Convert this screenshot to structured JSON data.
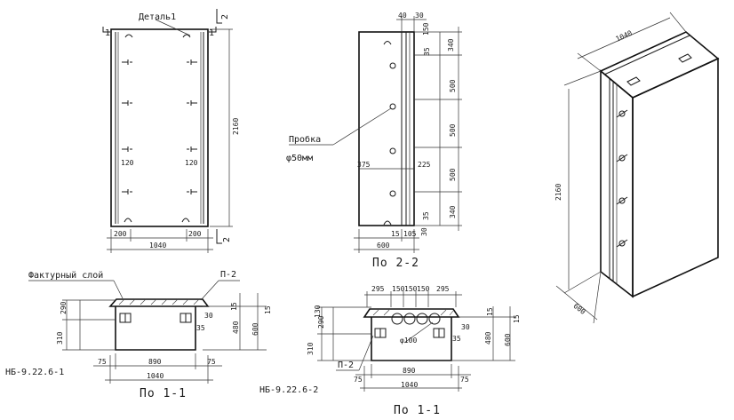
{
  "front": {
    "label_detali": "Деталь1",
    "mark_1a": "1",
    "mark_1b": "1",
    "mark_2a": "2",
    "mark_2b": "2",
    "dim_height": "2160",
    "dim_left": "200",
    "dim_right": "200",
    "dim_width": "1040",
    "dim_120a": "120",
    "dim_120b": "120"
  },
  "side": {
    "dim_40": "40",
    "dim_30_top": "30",
    "dim_150": "150",
    "dim_35_top": "35",
    "dim_340_top": "340",
    "dim_500a": "500",
    "dim_500b": "500",
    "dim_500c": "500",
    "dim_340_bot": "340",
    "dim_35_bot": "35",
    "dim_30_bot": "30",
    "dim_375": "375",
    "dim_225": "225",
    "dim_15": "15",
    "dim_105": "105",
    "dim_600": "600",
    "plug_label": "Пробка",
    "plug_dia": "φ50мм",
    "caption": "По 2-2"
  },
  "sec1": {
    "surface_label": "Фактурный слой",
    "p2": "П-2",
    "dim_290": "290",
    "dim_310": "310",
    "dim_15a": "15",
    "dim_30": "30",
    "dim_35": "35",
    "dim_480": "480",
    "dim_600": "600",
    "dim_15b": "15",
    "dim_75a": "75",
    "dim_890": "890",
    "dim_75b": "75",
    "dim_1040": "1040",
    "mark": "НБ-9.22.6-1",
    "caption": "По 1-1"
  },
  "sec2": {
    "dim_295a": "295",
    "dim_150a": "150",
    "dim_150b": "150",
    "dim_150c": "150",
    "dim_295b": "295",
    "dim_130": "130",
    "dim_290": "290",
    "dim_310": "310",
    "dim_15a": "15",
    "dim_30": "30",
    "dim_35": "35",
    "dim_480": "480",
    "dim_600": "600",
    "dim_15b": "15",
    "dia100": "φ100",
    "p2": "П-2",
    "dim_75a": "75",
    "dim_890": "890",
    "dim_75b": "75",
    "dim_1040": "1040",
    "mark": "НБ-9.22.6-2",
    "caption": "По 1-1"
  },
  "iso": {
    "dim_1040": "1040",
    "dim_2160": "2160",
    "dim_600": "600"
  }
}
